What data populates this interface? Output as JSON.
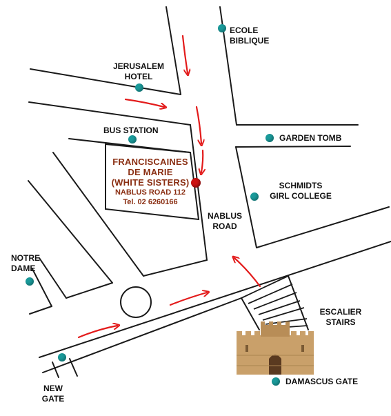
{
  "labels": {
    "ecole_biblique": [
      "ECOLE",
      "BIBLIQUE"
    ],
    "jerusalem_hotel": [
      "JERUSALEM",
      "HOTEL"
    ],
    "bus_station": [
      "BUS STATION"
    ],
    "garden_tomb": [
      "GARDEN TOMB"
    ],
    "schmidts": [
      "SCHMIDTS",
      "GIRL COLLEGE"
    ],
    "nablus_road": [
      "NABLUS",
      "ROAD"
    ],
    "notre_dame": [
      "NOTRE",
      "DAME"
    ],
    "escalier": [
      "ESCALIER",
      "STAIRS"
    ],
    "new_gate": [
      "NEW",
      "GATE"
    ],
    "damascus_gate": [
      "DAMASCUS GATE"
    ]
  },
  "venue": {
    "name_lines": [
      "FRANCISCAINES",
      "DE MARIE",
      "(WHITE SISTERS)"
    ],
    "address": "NABLUS ROAD 112",
    "phone": "Tel. 02 6260166"
  },
  "icons": {
    "landmark": "teal-dot-icon",
    "destination": "red-dot-marker-icon",
    "direction": "red-arrow-icon",
    "roundabout": "roundabout-circle-icon",
    "gate": "damascus-gate-icon"
  },
  "colors": {
    "road_line": "#1a1a1a",
    "landmark_dot": "#1a9a9a",
    "venue_text": "#8a2e12",
    "destination_marker": "#cc1111",
    "arrow": "#e31b1b",
    "gate_stone": "#c9a06a"
  }
}
